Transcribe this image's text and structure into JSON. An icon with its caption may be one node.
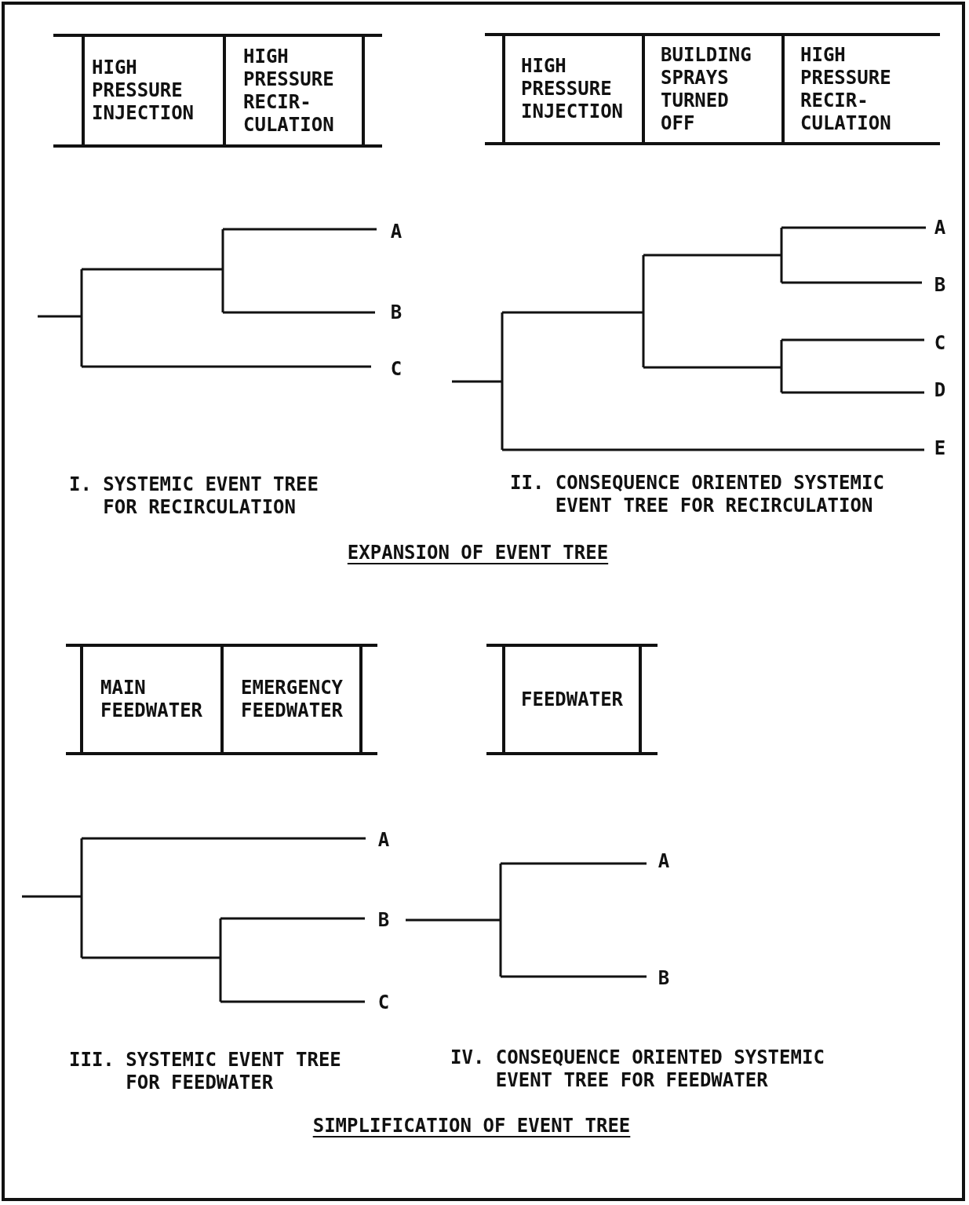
{
  "diagram": {
    "nodes": [
      {
        "text": [
          "HIGH PRESSURE INJECTION"
        ]
      },
      {
        "text": [
          "HIGH PRESSURE RECIR- CULATION"
        ]
      },
      {
        "text": [
          "HIGH PRESSURE INJECTION"
        ]
      },
      {
        "text": [
          "BUILDING SPRAYS TURNED OFF"
        ]
      },
      {
        "text": [
          "HIGH PRESSURE RECIR- CULATION"
        ]
      },
      {
        "text": [
          "MAIN FEEDWATER"
        ]
      },
      {
        "text": [
          "EMERGENCY FEEDWATER"
        ]
      },
      {
        "text": [
          "FEEDWATER"
        ]
      }
    ],
    "labels": [
      "A",
      "B",
      "C",
      "A",
      "B",
      "C",
      "D",
      "E",
      "I. SYSTEMIC EVENT TREE FOR RECIRCULATION",
      "II. CONSEQUENCE ORIENTED SYSTEMIC EVENT TREE FOR RECIRCULATION",
      "EXPANSION OF EVENT TREE",
      "A",
      "B",
      "C",
      "A",
      "B",
      "III. SYSTEMIC EVENT TREE FOR FEEDWATER",
      "IV. CONSEQUENCE ORIENTED SYSTEMIC EVENT TREE FOR FEEDWATER",
      "SIMPLIFICATION OF EVENT TREE"
    ]
  }
}
